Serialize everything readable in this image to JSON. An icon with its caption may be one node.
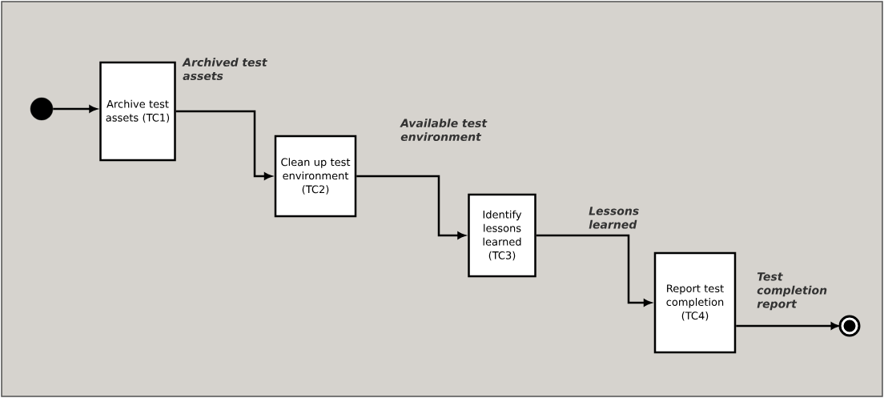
{
  "diagram": {
    "nodes": [
      {
        "text": [],
        "shape": "circle"
      },
      {
        "text": [
          "Archive test assets (TC1)"
        ]
      },
      {
        "text": [
          "Clean up test environment (TC2)"
        ]
      },
      {
        "text": [
          "Identify lessons learned (TC3)"
        ]
      },
      {
        "text": [
          "Report test completion (TC4)"
        ]
      },
      {
        "text": [],
        "shape": "bullseye"
      }
    ],
    "edges": [
      {
        "from": 0,
        "to": 1,
        "arrow": "to"
      },
      {
        "from": 1,
        "to": 2,
        "arrow": "to",
        "label": "Archived test assets"
      },
      {
        "from": 2,
        "to": 3,
        "arrow": "to",
        "label": "Available test environment"
      },
      {
        "from": 3,
        "to": 4,
        "arrow": "to",
        "label": "Lessons learned"
      },
      {
        "from": 4,
        "to": 5,
        "arrow": "to",
        "label": "Test completion report"
      }
    ]
  }
}
